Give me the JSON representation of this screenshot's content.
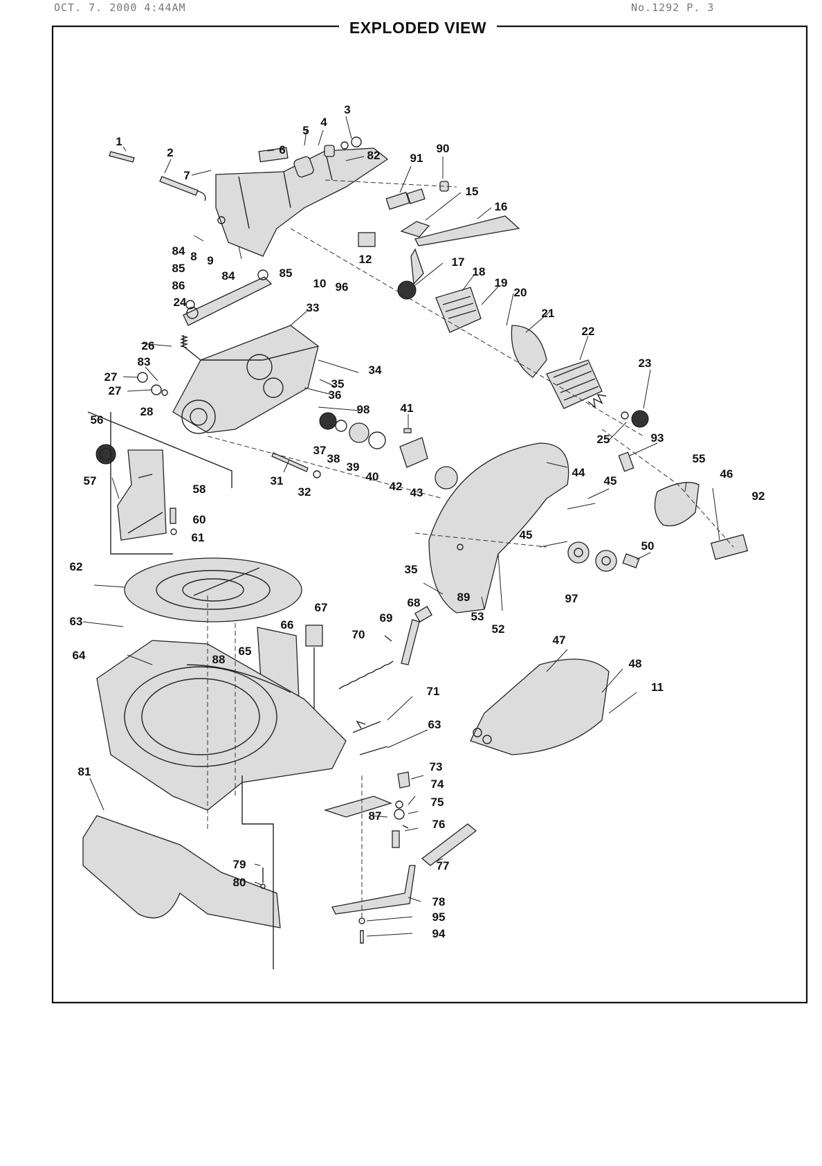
{
  "header": {
    "fax_left": "OCT. 7. 2000  4:44AM",
    "fax_right": "No.1292   P. 3",
    "title": "EXPLODED VIEW"
  },
  "colors": {
    "ink": "#222222",
    "frame": "#111111",
    "shade": "#dcdcdc",
    "paper": "#ffffff"
  },
  "parts": [
    {
      "key": "p1",
      "label": "1"
    },
    {
      "key": "p2",
      "label": "2"
    },
    {
      "key": "p3",
      "label": "3"
    },
    {
      "key": "p4",
      "label": "4"
    },
    {
      "key": "p5",
      "label": "5"
    },
    {
      "key": "p6",
      "label": "6"
    },
    {
      "key": "p7",
      "label": "7"
    },
    {
      "key": "p82",
      "label": "82"
    },
    {
      "key": "p91",
      "label": "91"
    },
    {
      "key": "p90",
      "label": "90"
    },
    {
      "key": "p15",
      "label": "15"
    },
    {
      "key": "p16",
      "label": "16"
    },
    {
      "key": "p8",
      "label": "8"
    },
    {
      "key": "p9",
      "label": "9"
    },
    {
      "key": "p12",
      "label": "12"
    },
    {
      "key": "p84a",
      "label": "84"
    },
    {
      "key": "p85a",
      "label": "85"
    },
    {
      "key": "p86",
      "label": "86"
    },
    {
      "key": "p24",
      "label": "24"
    },
    {
      "key": "p84b",
      "label": "84"
    },
    {
      "key": "p85b",
      "label": "85"
    },
    {
      "key": "p10",
      "label": "10"
    },
    {
      "key": "p96",
      "label": "96"
    },
    {
      "key": "p17",
      "label": "17"
    },
    {
      "key": "p18",
      "label": "18"
    },
    {
      "key": "p19",
      "label": "19"
    },
    {
      "key": "p20",
      "label": "20"
    },
    {
      "key": "p21",
      "label": "21"
    },
    {
      "key": "p22",
      "label": "22"
    },
    {
      "key": "p23",
      "label": "23"
    },
    {
      "key": "p33",
      "label": "33"
    },
    {
      "key": "p26",
      "label": "26"
    },
    {
      "key": "p34",
      "label": "34"
    },
    {
      "key": "p35a",
      "label": "35"
    },
    {
      "key": "p36",
      "label": "36"
    },
    {
      "key": "p83",
      "label": "83"
    },
    {
      "key": "p27a",
      "label": "27"
    },
    {
      "key": "p27b",
      "label": "27"
    },
    {
      "key": "p28",
      "label": "28"
    },
    {
      "key": "p98",
      "label": "98"
    },
    {
      "key": "p41",
      "label": "41"
    },
    {
      "key": "p25",
      "label": "25"
    },
    {
      "key": "p93",
      "label": "93"
    },
    {
      "key": "p56",
      "label": "56"
    },
    {
      "key": "p37",
      "label": "37"
    },
    {
      "key": "p38",
      "label": "38"
    },
    {
      "key": "p39",
      "label": "39"
    },
    {
      "key": "p40",
      "label": "40"
    },
    {
      "key": "p42",
      "label": "42"
    },
    {
      "key": "p43",
      "label": "43"
    },
    {
      "key": "p44",
      "label": "44"
    },
    {
      "key": "p45a",
      "label": "45"
    },
    {
      "key": "p55",
      "label": "55"
    },
    {
      "key": "p46",
      "label": "46"
    },
    {
      "key": "p57",
      "label": "57"
    },
    {
      "key": "p58",
      "label": "58"
    },
    {
      "key": "p31",
      "label": "31"
    },
    {
      "key": "p32",
      "label": "32"
    },
    {
      "key": "p92",
      "label": "92"
    },
    {
      "key": "p60",
      "label": "60"
    },
    {
      "key": "p61",
      "label": "61"
    },
    {
      "key": "p45b",
      "label": "45"
    },
    {
      "key": "p50",
      "label": "50"
    },
    {
      "key": "p35b",
      "label": "35"
    },
    {
      "key": "p62",
      "label": "62"
    },
    {
      "key": "p89",
      "label": "89"
    },
    {
      "key": "p97",
      "label": "97"
    },
    {
      "key": "p53",
      "label": "53"
    },
    {
      "key": "p52",
      "label": "52"
    },
    {
      "key": "p67",
      "label": "67"
    },
    {
      "key": "p68",
      "label": "68"
    },
    {
      "key": "p63a",
      "label": "63"
    },
    {
      "key": "p66",
      "label": "66"
    },
    {
      "key": "p69",
      "label": "69"
    },
    {
      "key": "p70",
      "label": "70"
    },
    {
      "key": "p47",
      "label": "47"
    },
    {
      "key": "p64",
      "label": "64"
    },
    {
      "key": "p88",
      "label": "88"
    },
    {
      "key": "p65",
      "label": "65"
    },
    {
      "key": "p48",
      "label": "48"
    },
    {
      "key": "p11",
      "label": "11"
    },
    {
      "key": "p71",
      "label": "71"
    },
    {
      "key": "p63b",
      "label": "63"
    },
    {
      "key": "p81",
      "label": "81"
    },
    {
      "key": "p73",
      "label": "73"
    },
    {
      "key": "p74",
      "label": "74"
    },
    {
      "key": "p75",
      "label": "75"
    },
    {
      "key": "p87",
      "label": "87"
    },
    {
      "key": "p76",
      "label": "76"
    },
    {
      "key": "p77",
      "label": "77"
    },
    {
      "key": "p79",
      "label": "79"
    },
    {
      "key": "p80",
      "label": "80"
    },
    {
      "key": "p78",
      "label": "78"
    },
    {
      "key": "p95",
      "label": "95"
    },
    {
      "key": "p94",
      "label": "94"
    }
  ]
}
